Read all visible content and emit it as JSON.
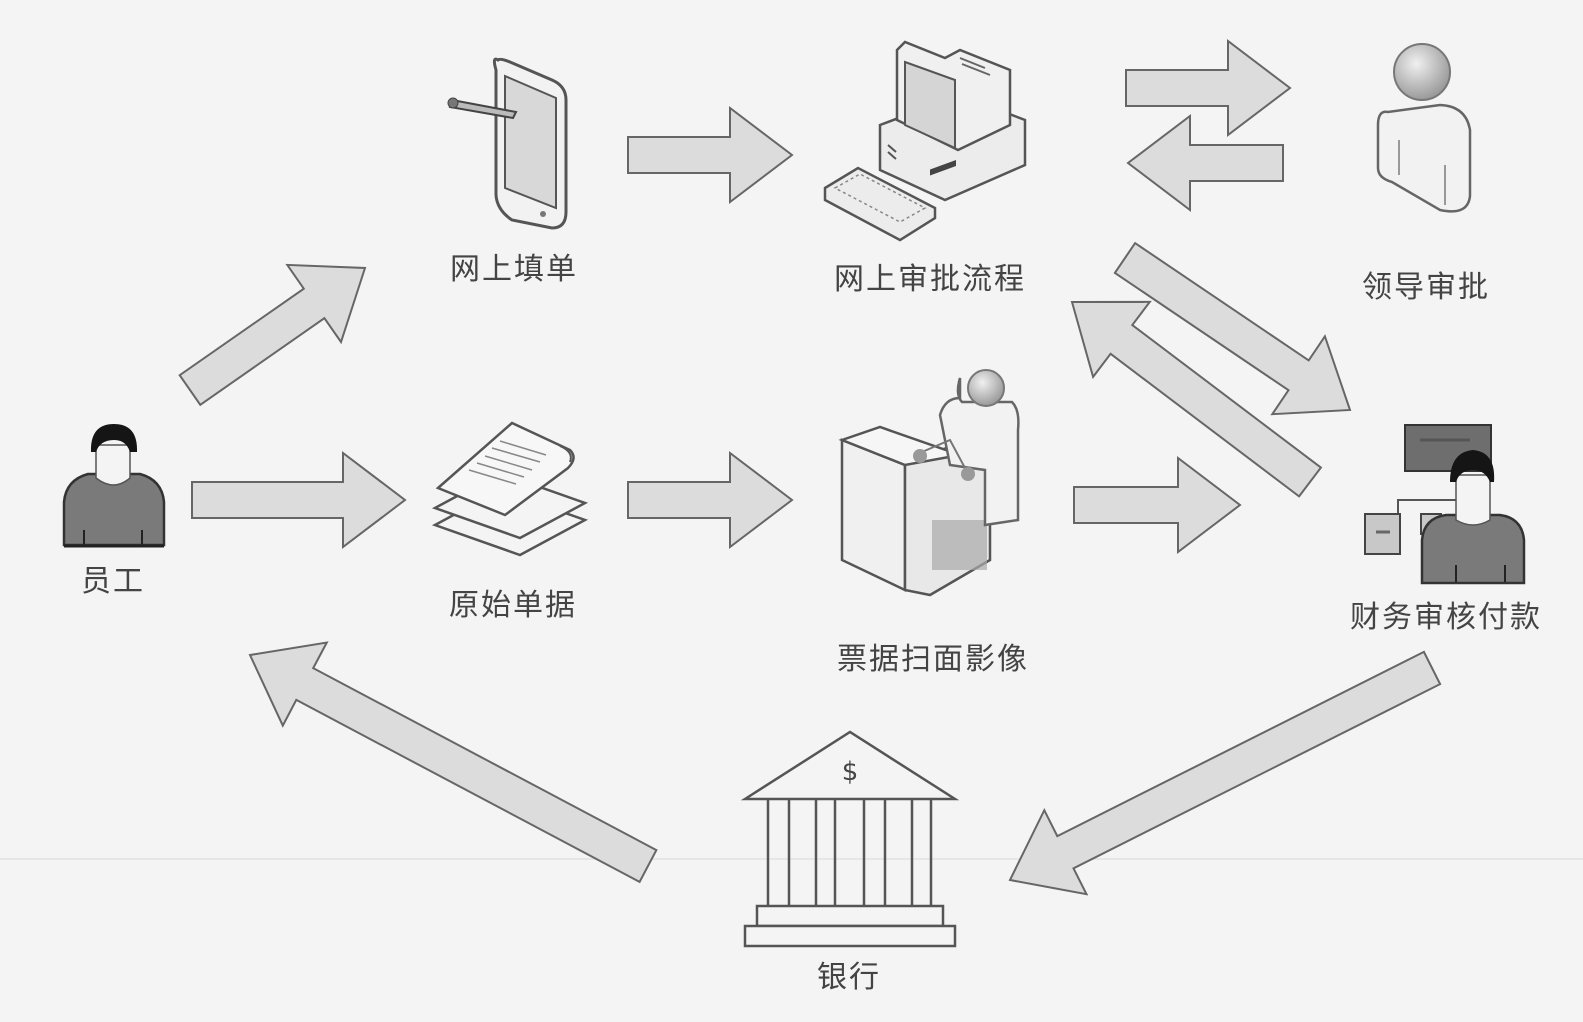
{
  "diagram": {
    "title": "",
    "nodes": [
      {
        "id": "employee",
        "label": "员工",
        "icon": "employee-person-icon"
      },
      {
        "id": "online_form",
        "label": "网上填单",
        "icon": "tablet-pen-icon"
      },
      {
        "id": "original_docs",
        "label": "原始单据",
        "icon": "paper-stack-icon"
      },
      {
        "id": "online_approval",
        "label": "网上审批流程",
        "icon": "desktop-computer-icon"
      },
      {
        "id": "scan_imaging",
        "label": "票据扫面影像",
        "icon": "scanner-operator-icon"
      },
      {
        "id": "leader_approval",
        "label": "领导审批",
        "icon": "leader-person-icon"
      },
      {
        "id": "finance_review",
        "label": "财务审核付款",
        "icon": "finance-clerk-icon"
      },
      {
        "id": "bank",
        "label": "银行",
        "icon": "bank-building-icon",
        "symbol": "$"
      }
    ],
    "edges": [
      {
        "from": "employee",
        "to": "online_form"
      },
      {
        "from": "employee",
        "to": "original_docs"
      },
      {
        "from": "online_form",
        "to": "online_approval"
      },
      {
        "from": "original_docs",
        "to": "scan_imaging"
      },
      {
        "from": "online_approval",
        "to": "leader_approval"
      },
      {
        "from": "leader_approval",
        "to": "online_approval"
      },
      {
        "from": "online_approval",
        "to": "finance_review"
      },
      {
        "from": "finance_review",
        "to": "online_approval"
      },
      {
        "from": "scan_imaging",
        "to": "finance_review"
      },
      {
        "from": "finance_review",
        "to": "bank"
      },
      {
        "from": "bank",
        "to": "employee"
      }
    ],
    "colors": {
      "arrow_fill": "#dcdcdc",
      "arrow_stroke": "#666666",
      "person_dark": "#7a7a7a",
      "hair": "#1a1a1a",
      "text": "#444444",
      "background": "#f4f4f4"
    }
  }
}
